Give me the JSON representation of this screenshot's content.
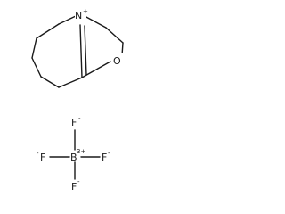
{
  "cation": {
    "atoms": {
      "nitrogen": {
        "symbol": "N",
        "charge": "+"
      },
      "oxygen": {
        "symbol": "O"
      }
    }
  },
  "anion": {
    "atoms": {
      "boron": {
        "symbol": "B",
        "charge": "3+"
      },
      "fluorine_top": {
        "symbol": "F",
        "charge": "-"
      },
      "fluorine_left": {
        "symbol": "F",
        "charge": "-"
      },
      "fluorine_right": {
        "symbol": "F",
        "charge": "-"
      },
      "fluorine_bottom": {
        "symbol": "F",
        "charge": "-"
      }
    }
  }
}
